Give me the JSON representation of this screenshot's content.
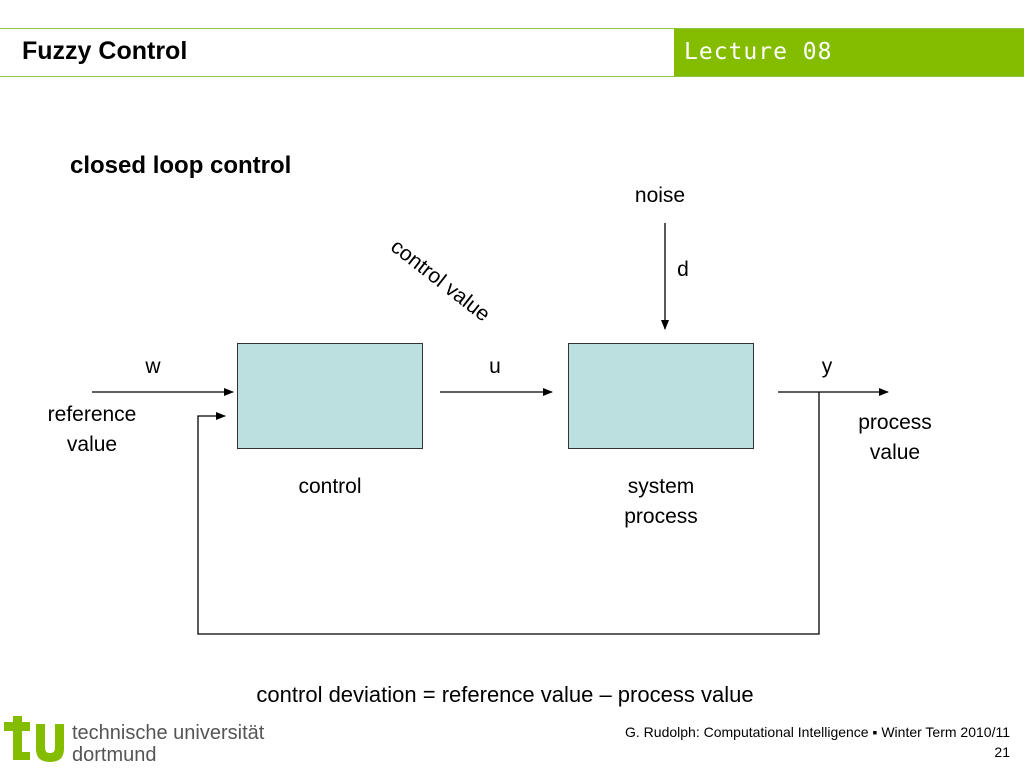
{
  "header": {
    "title": "Fuzzy Control",
    "lecture": "Lecture 08",
    "accent_color": "#84bd00"
  },
  "slide": {
    "heading": "closed loop control"
  },
  "diagram": {
    "blocks": {
      "control": {
        "label": "control",
        "fill": "#bcdfe0"
      },
      "system": {
        "label_line1": "system",
        "label_line2": "process",
        "fill": "#bcdfe0"
      }
    },
    "signals": {
      "w": "w",
      "u": "u",
      "y": "y",
      "d": "d",
      "noise": "noise",
      "control_value": "control value",
      "reference_line1": "reference",
      "reference_line2": "value",
      "process_line1": "process",
      "process_line2": "value"
    },
    "formula": "control deviation = reference value – process value"
  },
  "footer": {
    "university_line1": "technische universität",
    "university_line2": "dortmund",
    "logo_icon": "tu-logo-icon",
    "credit": "G. Rudolph: Computational Intelligence ▪ Winter Term 2010/11",
    "page_number": "21"
  }
}
